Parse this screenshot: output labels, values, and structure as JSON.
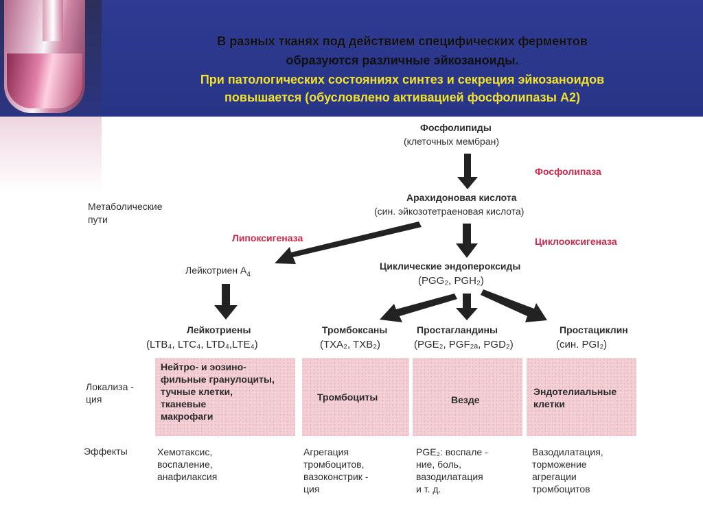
{
  "header": {
    "line1": "В разных тканях под действием специфических ферментов",
    "line2": "образуются  различные эйкозаноиды.",
    "line3": "При патологических состояниях синтез и секреция эйкозаноидов",
    "line4": "повышается (обусловлено активацией фосфолипазы А2)"
  },
  "diagram": {
    "phospholipids": "Фосфолипиды",
    "phospholipids_sub": "(клеточных мембран)",
    "enzyme_phospholipase": "Фосфолипаза",
    "arachidonic": "Арахидоновая кислота",
    "arachidonic_sub": "(син. эйкозотетраеновая кислота)",
    "metabolic_paths_1": "Метаболические",
    "metabolic_paths_2": "пути",
    "enzyme_lipoxygenase": "Липоксигеназа",
    "enzyme_cyclooxygenase": "Циклооксигеназа",
    "leukotriene_a4": "Лейкотриен A",
    "leukotriene_a4_sub": "4",
    "cyclic_endoperoxides": "Циклические  эндопероксиды",
    "cyclic_endoperoxides_sub": "(PGG₂, PGH₂)",
    "columns": [
      {
        "name": "Лейкотриены",
        "members": "(LTB₄, LTC₄, LTD₄,LTE₄)",
        "localization": "Нейтро- и эозино-\nфильные гранулоциты,\nтучные клетки,\nтканевые\nмакрофаги",
        "effects": "Хемотаксис,\nвоспаление,\nанафилаксия"
      },
      {
        "name": "Тромбоксаны",
        "members": "(TXA₂, TXB₂)",
        "localization": "Тромбоциты",
        "effects": "Агрегация\nтромбоцитов,\nвазоконстрик -\nция"
      },
      {
        "name": "Простагландины",
        "members": "(PGE₂, PGF₂ₐ, PGD₂)",
        "localization": "Везде",
        "effects": "PGE₂:  воспале -\nние, боль,\nвазодилатация\nи т. д."
      },
      {
        "name": "Простациклин",
        "members": "(син. PGI₂)",
        "localization": "Эндотелиальные\nклетки",
        "effects": "Вазодилатация,\nторможение\nагрегации\nтромбоцитов"
      }
    ],
    "row_localization": "Локализа -\nция",
    "row_effects": "Эффекты"
  }
}
